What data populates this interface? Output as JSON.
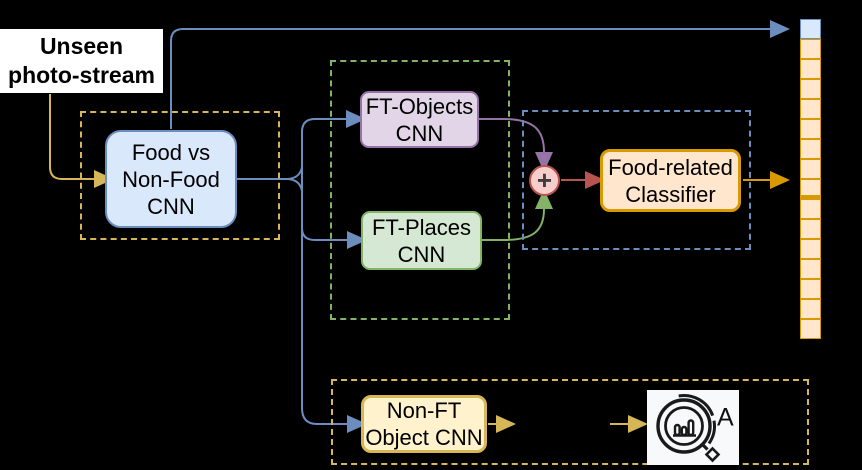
{
  "colors": {
    "blue_fill": "#dae8fc",
    "blue_stroke": "#6c8ebf",
    "purple_fill": "#e1d5e7",
    "purple_stroke": "#9673a6",
    "green_fill": "#d5e8d4",
    "green_stroke": "#82b366",
    "orange_fill": "#ffe6cc",
    "orange_stroke": "#d79b00",
    "yellow_fill": "#fff2cc",
    "yellow_stroke": "#d6b656",
    "red_fill": "#f8cecc",
    "red_stroke": "#b85450",
    "background": "#000000"
  },
  "input_label": {
    "text": "Unseen\nphoto-stream"
  },
  "nodes": {
    "food_vs_nonfood": {
      "label": "Food vs\nNon-Food\nCNN"
    },
    "ft_objects": {
      "label": "FT-Objects\nCNN"
    },
    "ft_places": {
      "label": "FT-Places\nCNN"
    },
    "sum_node": {
      "label": "+"
    },
    "food_related_classifier": {
      "label": "Food-related\nClassifier"
    },
    "non_ft_object": {
      "label": "Non-FT\nObject CNN"
    }
  },
  "analysis_icon": {
    "letter": "A"
  },
  "stream_strip": {
    "cells": [
      "blue",
      "orange",
      "orange",
      "orange",
      "orange",
      "orange",
      "orange",
      "orange",
      "orange",
      "orange",
      "orange",
      "orange",
      "orange",
      "orange",
      "orange",
      "orange"
    ],
    "thick_divider_after_index": 8
  }
}
